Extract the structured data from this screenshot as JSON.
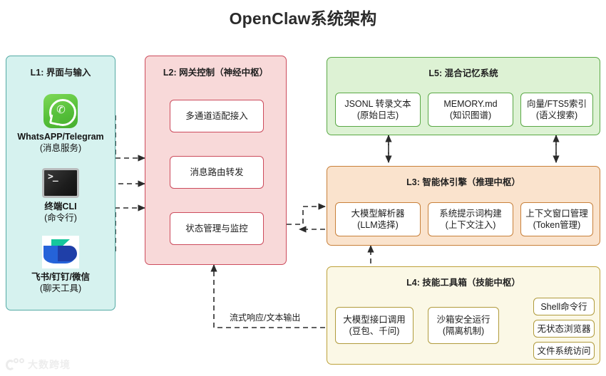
{
  "page": {
    "title": "OpenClaw系统架构",
    "watermark": "大数跨境"
  },
  "layers": {
    "l1": {
      "title": "L1: 界面与输入",
      "accent": "#54aaa4",
      "fill": "#d6f2ef",
      "sources": [
        {
          "icon": "whatsapp-icon",
          "name": "WhatsAPP/Telegram",
          "desc": "(消息服务)"
        },
        {
          "icon": "terminal-icon",
          "name": "终端CLI",
          "desc": "(命令行)"
        },
        {
          "icon": "feishu-icon",
          "name": "飞书/钉钉/微信",
          "desc": "(聊天工具)"
        }
      ]
    },
    "l2": {
      "title": "L2: 网关控制（神经中枢）",
      "accent": "#cc4b5c",
      "fill": "#f8d9d9",
      "nodes": [
        {
          "name": "多通道适配接入"
        },
        {
          "name": "消息路由转发"
        },
        {
          "name": "状态管理与监控"
        }
      ]
    },
    "l5": {
      "title": "L5: 混合记忆系统",
      "accent": "#5aa845",
      "fill": "#ddf2d4",
      "nodes": [
        {
          "name": "JSONL 转录文本",
          "desc": "(原始日志)"
        },
        {
          "name": "MEMORY.md",
          "desc": "(知识图谱)"
        },
        {
          "name": "向量/FTS5索引",
          "desc": "(语义搜索)"
        }
      ]
    },
    "l3": {
      "title": "L3: 智能体引擎（推理中枢）",
      "accent": "#c8803a",
      "fill": "#fae3cd",
      "nodes": [
        {
          "name": "大模型解析器",
          "desc": "(LLM选择)"
        },
        {
          "name": "系统提示词构建",
          "desc": "(上下文注入)"
        },
        {
          "name": "上下文窗口管理",
          "desc": "(Token管理)"
        }
      ]
    },
    "l4": {
      "title": "L4: 技能工具箱（技能中枢）",
      "accent": "#bda13a",
      "fill": "#fbf8e6",
      "nodes": [
        {
          "name": "大模型接口调用",
          "desc": "(豆包、千问)"
        },
        {
          "name": "沙箱安全运行",
          "desc": "(隔离机制)"
        }
      ],
      "tools": [
        {
          "name": "Shell命令行"
        },
        {
          "name": "无状态浏览器"
        },
        {
          "name": "文件系统访问"
        }
      ]
    }
  },
  "edges": {
    "stream_label": "流式响应/文本输出"
  }
}
